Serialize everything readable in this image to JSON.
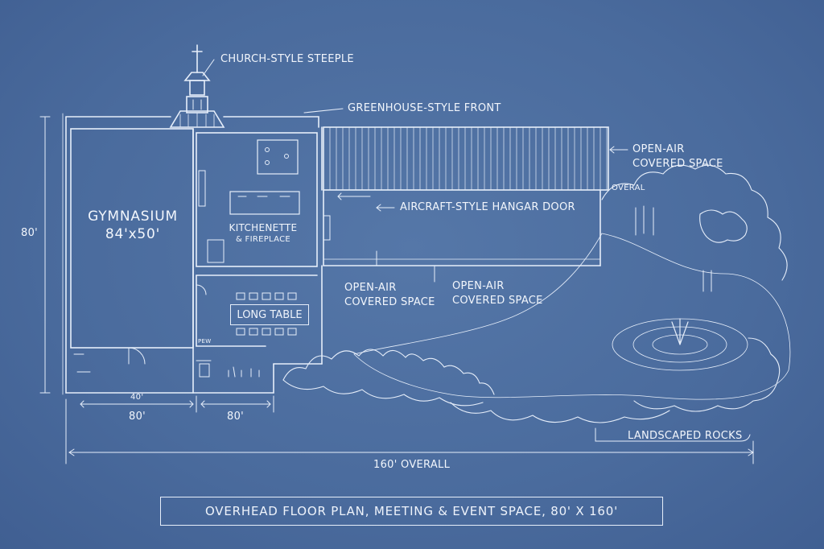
{
  "labels": {
    "steeple": "CHURCH-STYLE STEEPLE",
    "greenhouse": "GREENHOUSE-STYLE FRONT",
    "openair_right_1": "OPEN-AIR",
    "openair_right_2": "COVERED SPACE",
    "hangar_door": "AIRCRAFT-STYLE HANGAR DOOR",
    "gym_name": "GYMNASIUM",
    "gym_size": "84'x50'",
    "kitchen_1": "KITCHENETTE",
    "kitchen_2": "& FIREPLACE",
    "openair_a_1": "OPEN-AIR",
    "openair_a_2": "COVERED SPACE",
    "openair_b_1": "OPEN-AIR",
    "openair_b_2": "COVERED SPACE",
    "long_table": "LONG TABLE",
    "rocks": "LANDSCAPED ROCKS",
    "pond_note": "OVERAL",
    "door_note": "PEW"
  },
  "dimensions": {
    "height": "80'",
    "small": "40'",
    "left_width": "80'",
    "right_width": "80'",
    "overall": "160' OVERALL"
  },
  "caption": "OVERHEAD FLOOR PLAN, MEETING & EVENT SPACE, 80' X 160'",
  "colors": {
    "background": "#4a6b9d",
    "line": "#e6eefa"
  }
}
